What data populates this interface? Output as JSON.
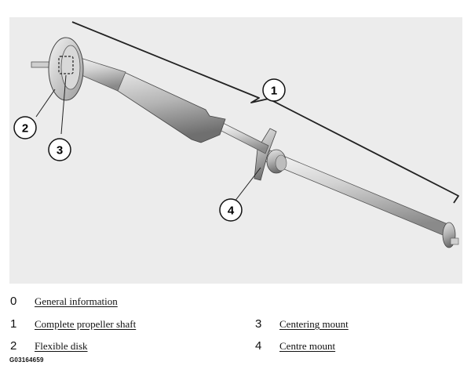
{
  "callouts": [
    {
      "number": "1"
    },
    {
      "number": "2"
    },
    {
      "number": "3"
    },
    {
      "number": "4"
    }
  ],
  "legend": [
    {
      "number": "0",
      "label": "General information"
    },
    {
      "number": "1",
      "label": "Complete propeller shaft"
    },
    {
      "number": "2",
      "label": "Flexible disk"
    },
    {
      "number": "3",
      "label": "Centering mount"
    },
    {
      "number": "4",
      "label": "Centre mount"
    }
  ],
  "figure_code": "G03164659"
}
